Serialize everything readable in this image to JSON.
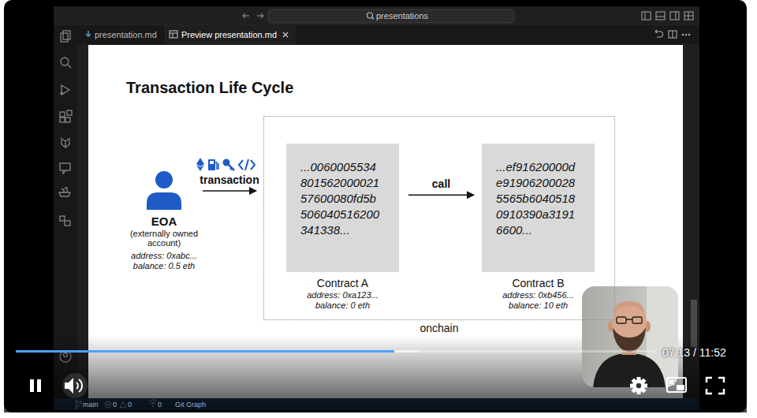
{
  "diagram": {
    "title": "Transaction Life Cycle",
    "nodes": [
      {
        "text": [
          "EOA",
          "(externally owned account)",
          "address: 0xabc...",
          "balance: 0.5 eth"
        ]
      },
      {
        "text": [
          "onchain"
        ]
      },
      {
        "text": [
          "...0060005534 801562000021 57600080fd5b 506040516200 341338...",
          "Contract A",
          "address: 0xa123...",
          "balance: 0 eth"
        ],
        "in": 1
      },
      {
        "text": [
          "...ef91620000d e91906200028 5565b6040518 0910390a3191 6600...",
          "Contract B",
          "address: 0xb456...",
          "balance: 10 eth"
        ],
        "in": 1
      }
    ],
    "edges": [
      {
        "from": 0,
        "to": 1,
        "arrow": "to",
        "label": "transaction"
      },
      {
        "from": 2,
        "to": 3,
        "arrow": "to",
        "label": "call"
      }
    ],
    "labels": [
      "presentations",
      "presentation.md",
      "Preview presentation.md",
      "main",
      "0",
      "0",
      "0",
      "Git Graph",
      "07:13 / 11:52"
    ]
  }
}
